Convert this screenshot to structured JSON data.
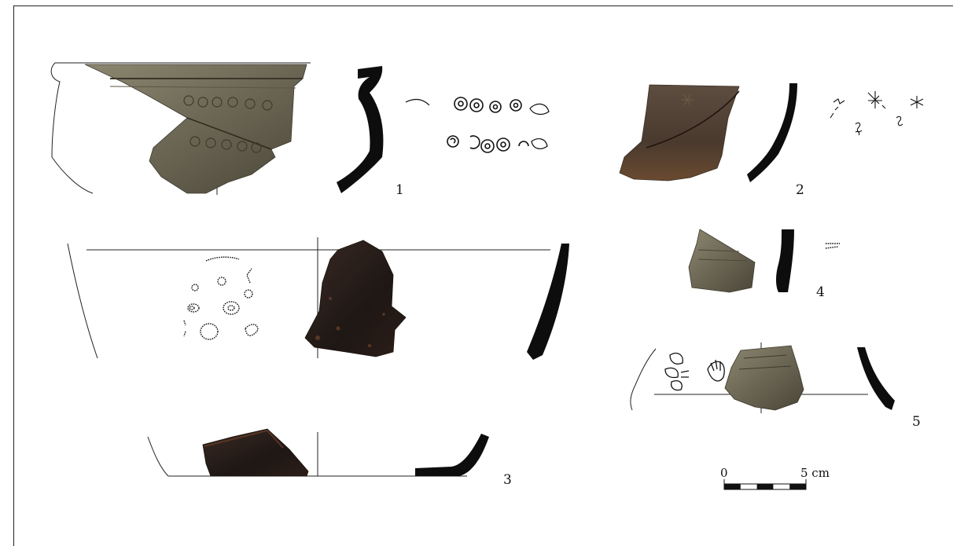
{
  "figure_numbers": {
    "fig1": "1",
    "fig2": "2",
    "fig3": "3",
    "fig4": "4",
    "fig5": "5"
  },
  "scale_bar": {
    "start_label": "0",
    "end_label": "5 cm"
  },
  "colors": {
    "section_fill": "#0d0d0d",
    "sherd_grey": "#6f6a58",
    "sherd_dark": "#2a201c",
    "sherd_brown": "#5a3a2a",
    "line": "#222222"
  }
}
